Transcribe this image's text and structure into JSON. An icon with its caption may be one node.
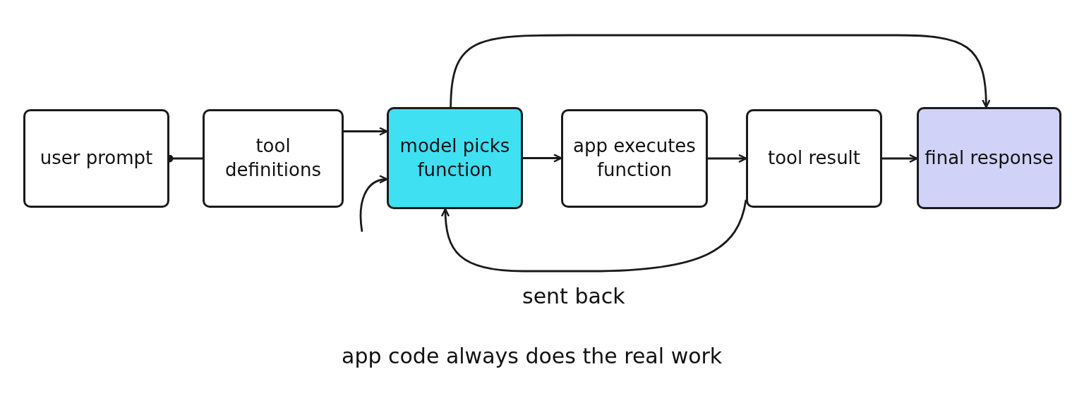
{
  "diagram": {
    "caption": "app code always does the real work",
    "nodes": [
      {
        "text": [
          "user prompt"
        ]
      },
      {
        "text": [
          "tool definitions"
        ]
      },
      {
        "text": [
          "model picks function"
        ]
      },
      {
        "text": [
          "app executes function"
        ]
      },
      {
        "text": [
          "tool result"
        ]
      },
      {
        "text": [
          "final response"
        ]
      }
    ],
    "edges": [
      {
        "from": 0,
        "to": 1,
        "arrow": "other"
      },
      {
        "from": 1,
        "to": 2,
        "arrow": "to"
      },
      {
        "from": null,
        "to": 2,
        "arrow": "to"
      },
      {
        "from": 2,
        "to": 3,
        "arrow": "to"
      },
      {
        "from": 3,
        "to": 4,
        "arrow": "to"
      },
      {
        "from": 4,
        "to": 5,
        "arrow": "to"
      },
      {
        "from": 2,
        "to": 5,
        "arrow": "to"
      },
      {
        "from": 4,
        "to": 2,
        "arrow": "to",
        "label": "sent back"
      }
    ]
  }
}
